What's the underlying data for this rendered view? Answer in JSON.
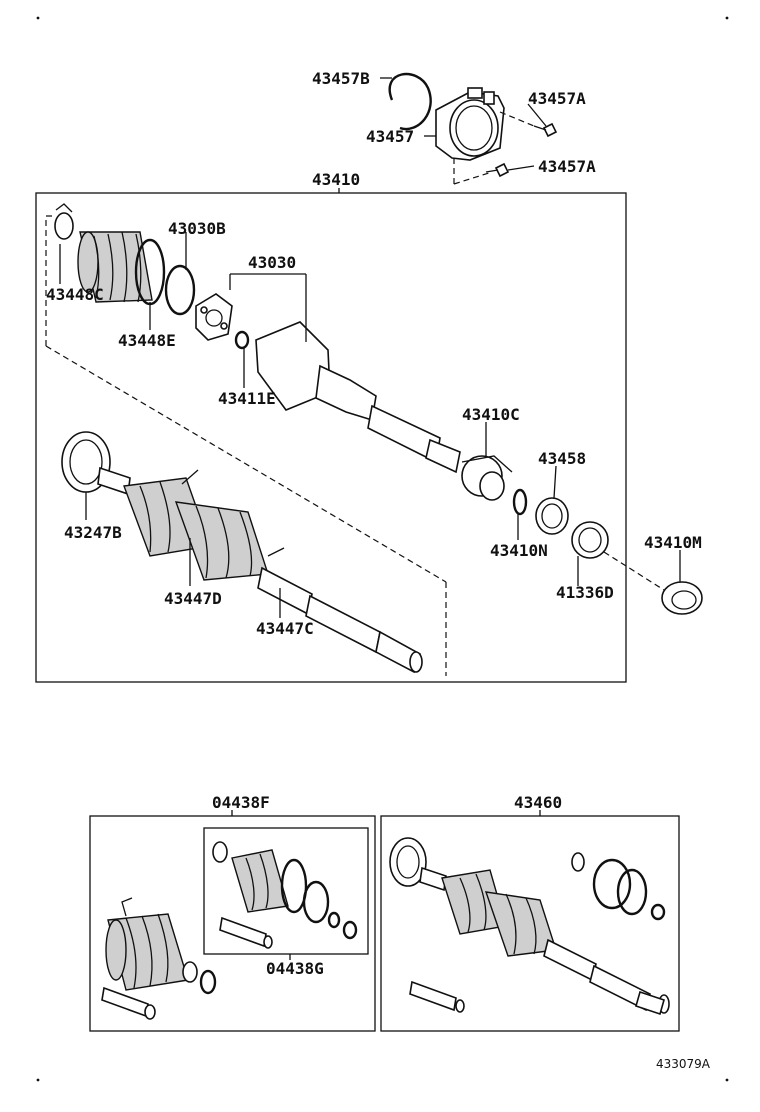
{
  "diagram": {
    "ref_code": "433079A",
    "labels": {
      "p43457B": "43457B",
      "p43457A_top": "43457A",
      "p43457": "43457",
      "p43457A_bot": "43457A",
      "p43410": "43410",
      "p43030B": "43030B",
      "p43030": "43030",
      "p43448C": "43448C",
      "p43448E": "43448E",
      "p43411E": "43411E",
      "p43410C": "43410C",
      "p43458": "43458",
      "p43410N": "43410N",
      "p43410M": "43410M",
      "p41336D": "41336D",
      "p43247B": "43247B",
      "p43447D": "43447D",
      "p43447C": "43447C",
      "p04438F": "04438F",
      "p04438G": "04438G",
      "p43460": "43460"
    }
  }
}
